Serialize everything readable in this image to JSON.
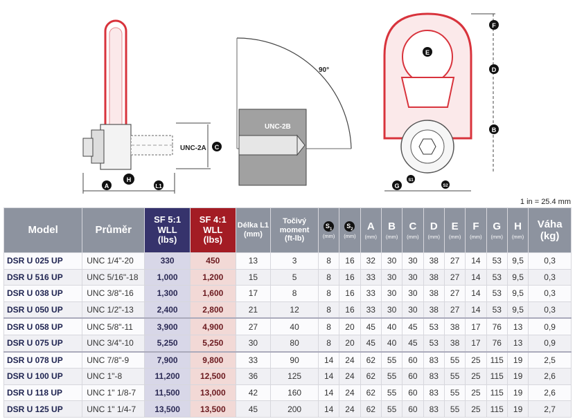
{
  "drawings": {
    "left": {
      "thread_label": "UNC-2A",
      "markers": [
        "C",
        "A",
        "H",
        "L1"
      ]
    },
    "middle": {
      "angle_label": "90°",
      "hole_label": "UNC-2B"
    },
    "right": {
      "markers": [
        "F",
        "E",
        "D",
        "B",
        "G",
        "S1",
        "S2"
      ]
    }
  },
  "conversion_note": "1 in = 25.4 mm",
  "table": {
    "headers": {
      "model": "Model",
      "diameter": "Průměr",
      "sf5": {
        "line1": "SF 5:1",
        "line2": "WLL",
        "line3": "(lbs)"
      },
      "sf4": {
        "line1": "SF 4:1",
        "line2": "WLL",
        "line3": "(lbs)"
      },
      "length": {
        "line1": "Délka L1",
        "line2": "(mm)"
      },
      "torque": {
        "line1": "Točivý",
        "line2": "moment",
        "line3": "(ft-lb)"
      },
      "s1": {
        "letter": "S",
        "sub": "1",
        "unit": "(mm)"
      },
      "s2": {
        "letter": "S",
        "sub": "2",
        "unit": "(mm)"
      },
      "a": {
        "letter": "A",
        "unit": "(mm)"
      },
      "b": {
        "letter": "B",
        "unit": "(mm)"
      },
      "c": {
        "letter": "C",
        "unit": "(mm)"
      },
      "d": {
        "letter": "D",
        "unit": "(mm)"
      },
      "e": {
        "letter": "E",
        "unit": "(mm)"
      },
      "f": {
        "letter": "F",
        "unit": "(mm)"
      },
      "g": {
        "letter": "G",
        "unit": "(mm)"
      },
      "h": {
        "letter": "H",
        "unit": "(mm)"
      },
      "weight": {
        "line1": "Váha",
        "line2": "(kg)"
      }
    },
    "rows": [
      {
        "model": "DSR U 025 UP",
        "diameter": "UNC 1/4\"-20",
        "sf5": "330",
        "sf4": "450",
        "l1": "13",
        "torque": "3",
        "s1": "8",
        "s2": "16",
        "a": "32",
        "b": "30",
        "c": "30",
        "d": "38",
        "e": "27",
        "f": "14",
        "g": "53",
        "h": "9,5",
        "weight": "0,3"
      },
      {
        "model": "DSR U 516 UP",
        "diameter": "UNC 5/16\"-18",
        "sf5": "1,000",
        "sf4": "1,200",
        "l1": "15",
        "torque": "5",
        "s1": "8",
        "s2": "16",
        "a": "33",
        "b": "30",
        "c": "30",
        "d": "38",
        "e": "27",
        "f": "14",
        "g": "53",
        "h": "9,5",
        "weight": "0,3"
      },
      {
        "model": "DSR U 038 UP",
        "diameter": "UNC 3/8\"-16",
        "sf5": "1,300",
        "sf4": "1,600",
        "l1": "17",
        "torque": "8",
        "s1": "8",
        "s2": "16",
        "a": "33",
        "b": "30",
        "c": "30",
        "d": "38",
        "e": "27",
        "f": "14",
        "g": "53",
        "h": "9,5",
        "weight": "0,3"
      },
      {
        "model": "DSR U 050 UP",
        "diameter": "UNC 1/2\"-13",
        "sf5": "2,400",
        "sf4": "2,800",
        "l1": "21",
        "torque": "12",
        "s1": "8",
        "s2": "16",
        "a": "33",
        "b": "30",
        "c": "30",
        "d": "38",
        "e": "27",
        "f": "14",
        "g": "53",
        "h": "9,5",
        "weight": "0,3"
      },
      {
        "model": "DSR U 058 UP",
        "diameter": "UNC 5/8\"-11",
        "sf5": "3,900",
        "sf4": "4,900",
        "l1": "27",
        "torque": "40",
        "s1": "8",
        "s2": "20",
        "a": "45",
        "b": "40",
        "c": "45",
        "d": "53",
        "e": "38",
        "f": "17",
        "g": "76",
        "h": "13",
        "weight": "0,9"
      },
      {
        "model": "DSR U 075 UP",
        "diameter": "UNC 3/4\"-10",
        "sf5": "5,250",
        "sf4": "5,250",
        "l1": "30",
        "torque": "80",
        "s1": "8",
        "s2": "20",
        "a": "45",
        "b": "40",
        "c": "45",
        "d": "53",
        "e": "38",
        "f": "17",
        "g": "76",
        "h": "13",
        "weight": "0,9"
      },
      {
        "model": "DSR U 078 UP",
        "diameter": "UNC 7/8\"-9",
        "sf5": "7,900",
        "sf4": "9,800",
        "l1": "33",
        "torque": "90",
        "s1": "14",
        "s2": "24",
        "a": "62",
        "b": "55",
        "c": "60",
        "d": "83",
        "e": "55",
        "f": "25",
        "g": "115",
        "h": "19",
        "weight": "2,5"
      },
      {
        "model": "DSR U 100 UP",
        "diameter": "UNC 1\"-8",
        "sf5": "11,200",
        "sf4": "12,500",
        "l1": "36",
        "torque": "125",
        "s1": "14",
        "s2": "24",
        "a": "62",
        "b": "55",
        "c": "60",
        "d": "83",
        "e": "55",
        "f": "25",
        "g": "115",
        "h": "19",
        "weight": "2,6"
      },
      {
        "model": "DSR U 118 UP",
        "diameter": "UNC 1\" 1/8-7",
        "sf5": "11,500",
        "sf4": "13,000",
        "l1": "42",
        "torque": "160",
        "s1": "14",
        "s2": "24",
        "a": "62",
        "b": "55",
        "c": "60",
        "d": "83",
        "e": "55",
        "f": "25",
        "g": "115",
        "h": "19",
        "weight": "2,6"
      },
      {
        "model": "DSR U 125 UP",
        "diameter": "UNC 1\" 1/4-7",
        "sf5": "13,500",
        "sf4": "13,500",
        "l1": "45",
        "torque": "200",
        "s1": "14",
        "s2": "24",
        "a": "62",
        "b": "55",
        "c": "60",
        "d": "83",
        "e": "55",
        "f": "25",
        "g": "115",
        "h": "19",
        "weight": "2,7"
      }
    ]
  }
}
